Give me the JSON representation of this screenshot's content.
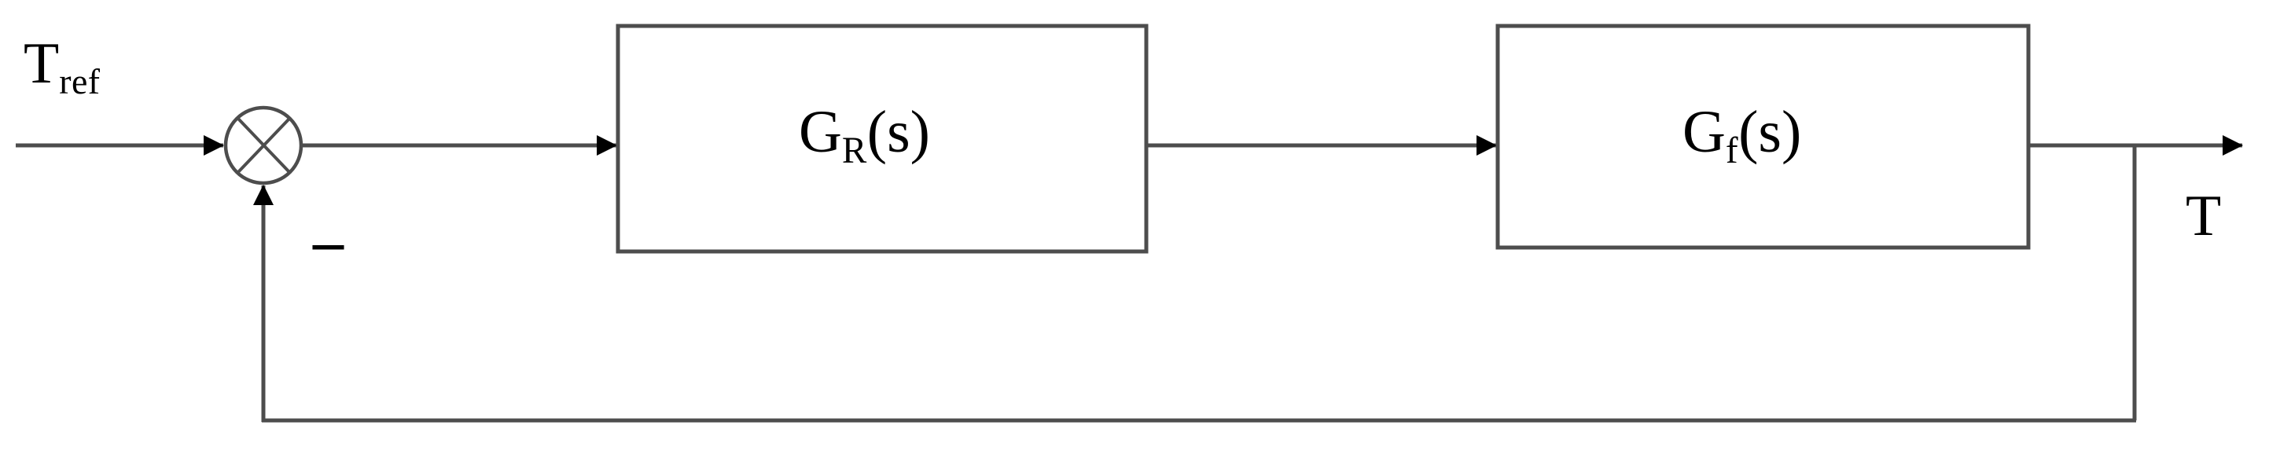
{
  "diagram": {
    "title": "Closed-loop temperature control block diagram",
    "type": "control-system-block-diagram",
    "background_color": "#ffffff",
    "line_color": "#4d4d4d",
    "text_color": "#000000",
    "input": {
      "label_main": "T",
      "label_sub": "ref",
      "name": "reference-temperature-input"
    },
    "summing_junction": {
      "name": "summing-junction",
      "symbol": "circle-with-cross",
      "sign_label": "–",
      "sign_meaning": "negative-feedback"
    },
    "blocks": [
      {
        "name": "controller-block",
        "label_main": "G",
        "label_sub": "R",
        "label_suffix": "(s)"
      },
      {
        "name": "plant-block",
        "label_main": "G",
        "label_sub": "f",
        "label_suffix": "(s)"
      }
    ],
    "output": {
      "label_main": "T",
      "name": "temperature-output"
    },
    "feedback": {
      "name": "feedback-path",
      "description": "unity feedback from output to summing junction"
    }
  }
}
